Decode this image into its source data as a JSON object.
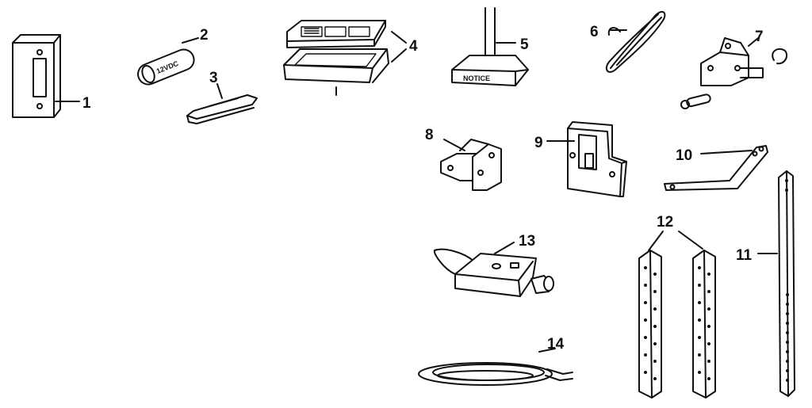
{
  "callouts": {
    "c1": "1",
    "c2": "2",
    "c3": "3",
    "c4": "4",
    "c5": "5",
    "c6": "6",
    "c7": "7",
    "c8": "8",
    "c9": "9",
    "c10": "10",
    "c11": "11",
    "c12": "12",
    "c13": "13",
    "c14": "14"
  },
  "part_text": {
    "battery": "12VDC",
    "notice_block": "NOTICE"
  },
  "colors": {
    "ink": "#111111",
    "background": "#ffffff"
  }
}
